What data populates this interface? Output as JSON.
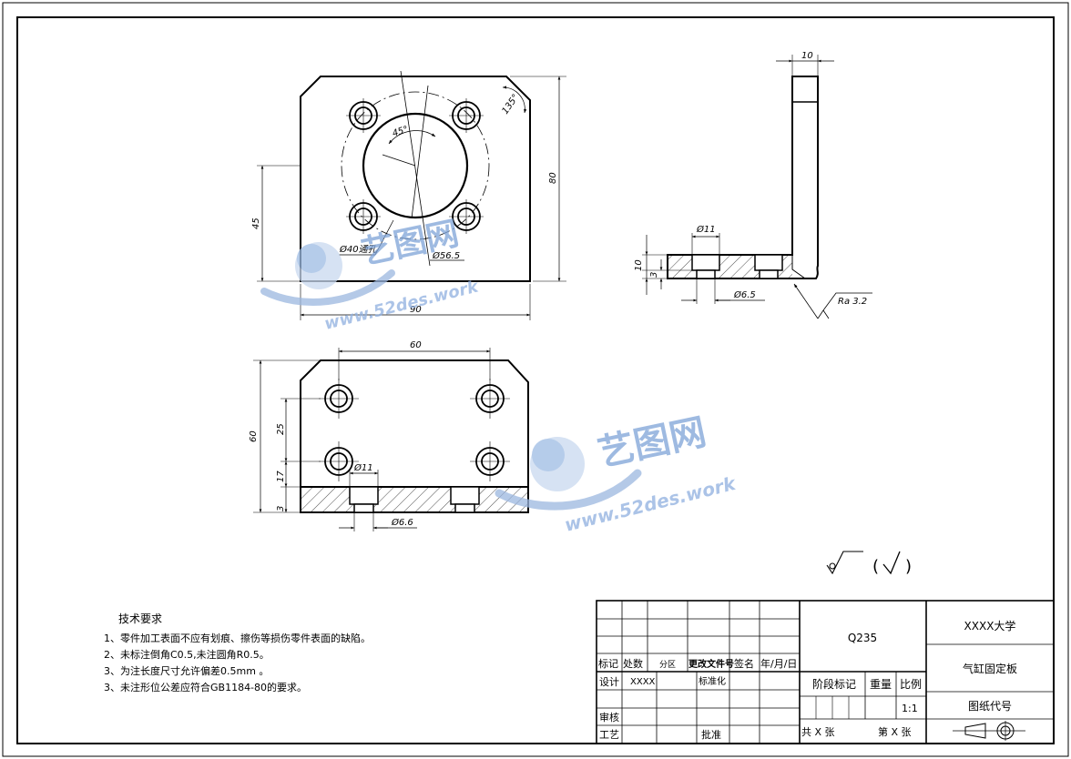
{
  "front_view": {
    "dims": {
      "width": "90",
      "height": "80",
      "hole_center_height": "45",
      "chamfer_angle": "135°",
      "pattern_angle": "45°",
      "bore": "Ø40通孔",
      "pcd": "Ø56.5"
    }
  },
  "side_view": {
    "dims": {
      "top_width": "10",
      "counterbore": "Ø11",
      "thickness": "10",
      "counterbore_depth": "3",
      "hole": "Ø6.5",
      "roughness": "Ra 3.2"
    }
  },
  "top_view": {
    "dims": {
      "hole_spacing": "60",
      "height": "60",
      "spacing_y": "25",
      "offset": "17",
      "depth": "3",
      "counterbore": "Ø11",
      "hole": "Ø6.6"
    }
  },
  "surface_note": {
    "open": "(",
    "close": ")"
  },
  "tech_requirements": {
    "title": "技术要求",
    "items": [
      "1、零件加工表面不应有划痕、擦伤等损伤零件表面的缺陷。",
      "2、未标注倒角C0.5,未注圆角R0.5。",
      "3、为注长度尺寸允许偏差0.5mm 。",
      "3、未注形位公差应符合GB1184-80的要求。"
    ]
  },
  "watermark": {
    "brand": "艺图网",
    "url": "www.52des.work"
  },
  "title_block": {
    "material": "Q235",
    "school": "XXXX大学",
    "part_name": "气缸固定板",
    "drawing_code": "图纸代号",
    "scale": "1:1",
    "labels": {
      "mark": "标记",
      "count": "处数",
      "zone": "分区",
      "change_doc": "更改文件号",
      "signature": "签名",
      "date": "年/月/日",
      "design": "设计",
      "designer": "XXXX",
      "standardize": "标准化",
      "stage_mark": "阶段标记",
      "weight": "重量",
      "scale_label": "比例",
      "review": "审核",
      "process": "工艺",
      "approve": "批准",
      "total_sheets": "共 X 张",
      "sheet_no": "第 X 张"
    }
  }
}
